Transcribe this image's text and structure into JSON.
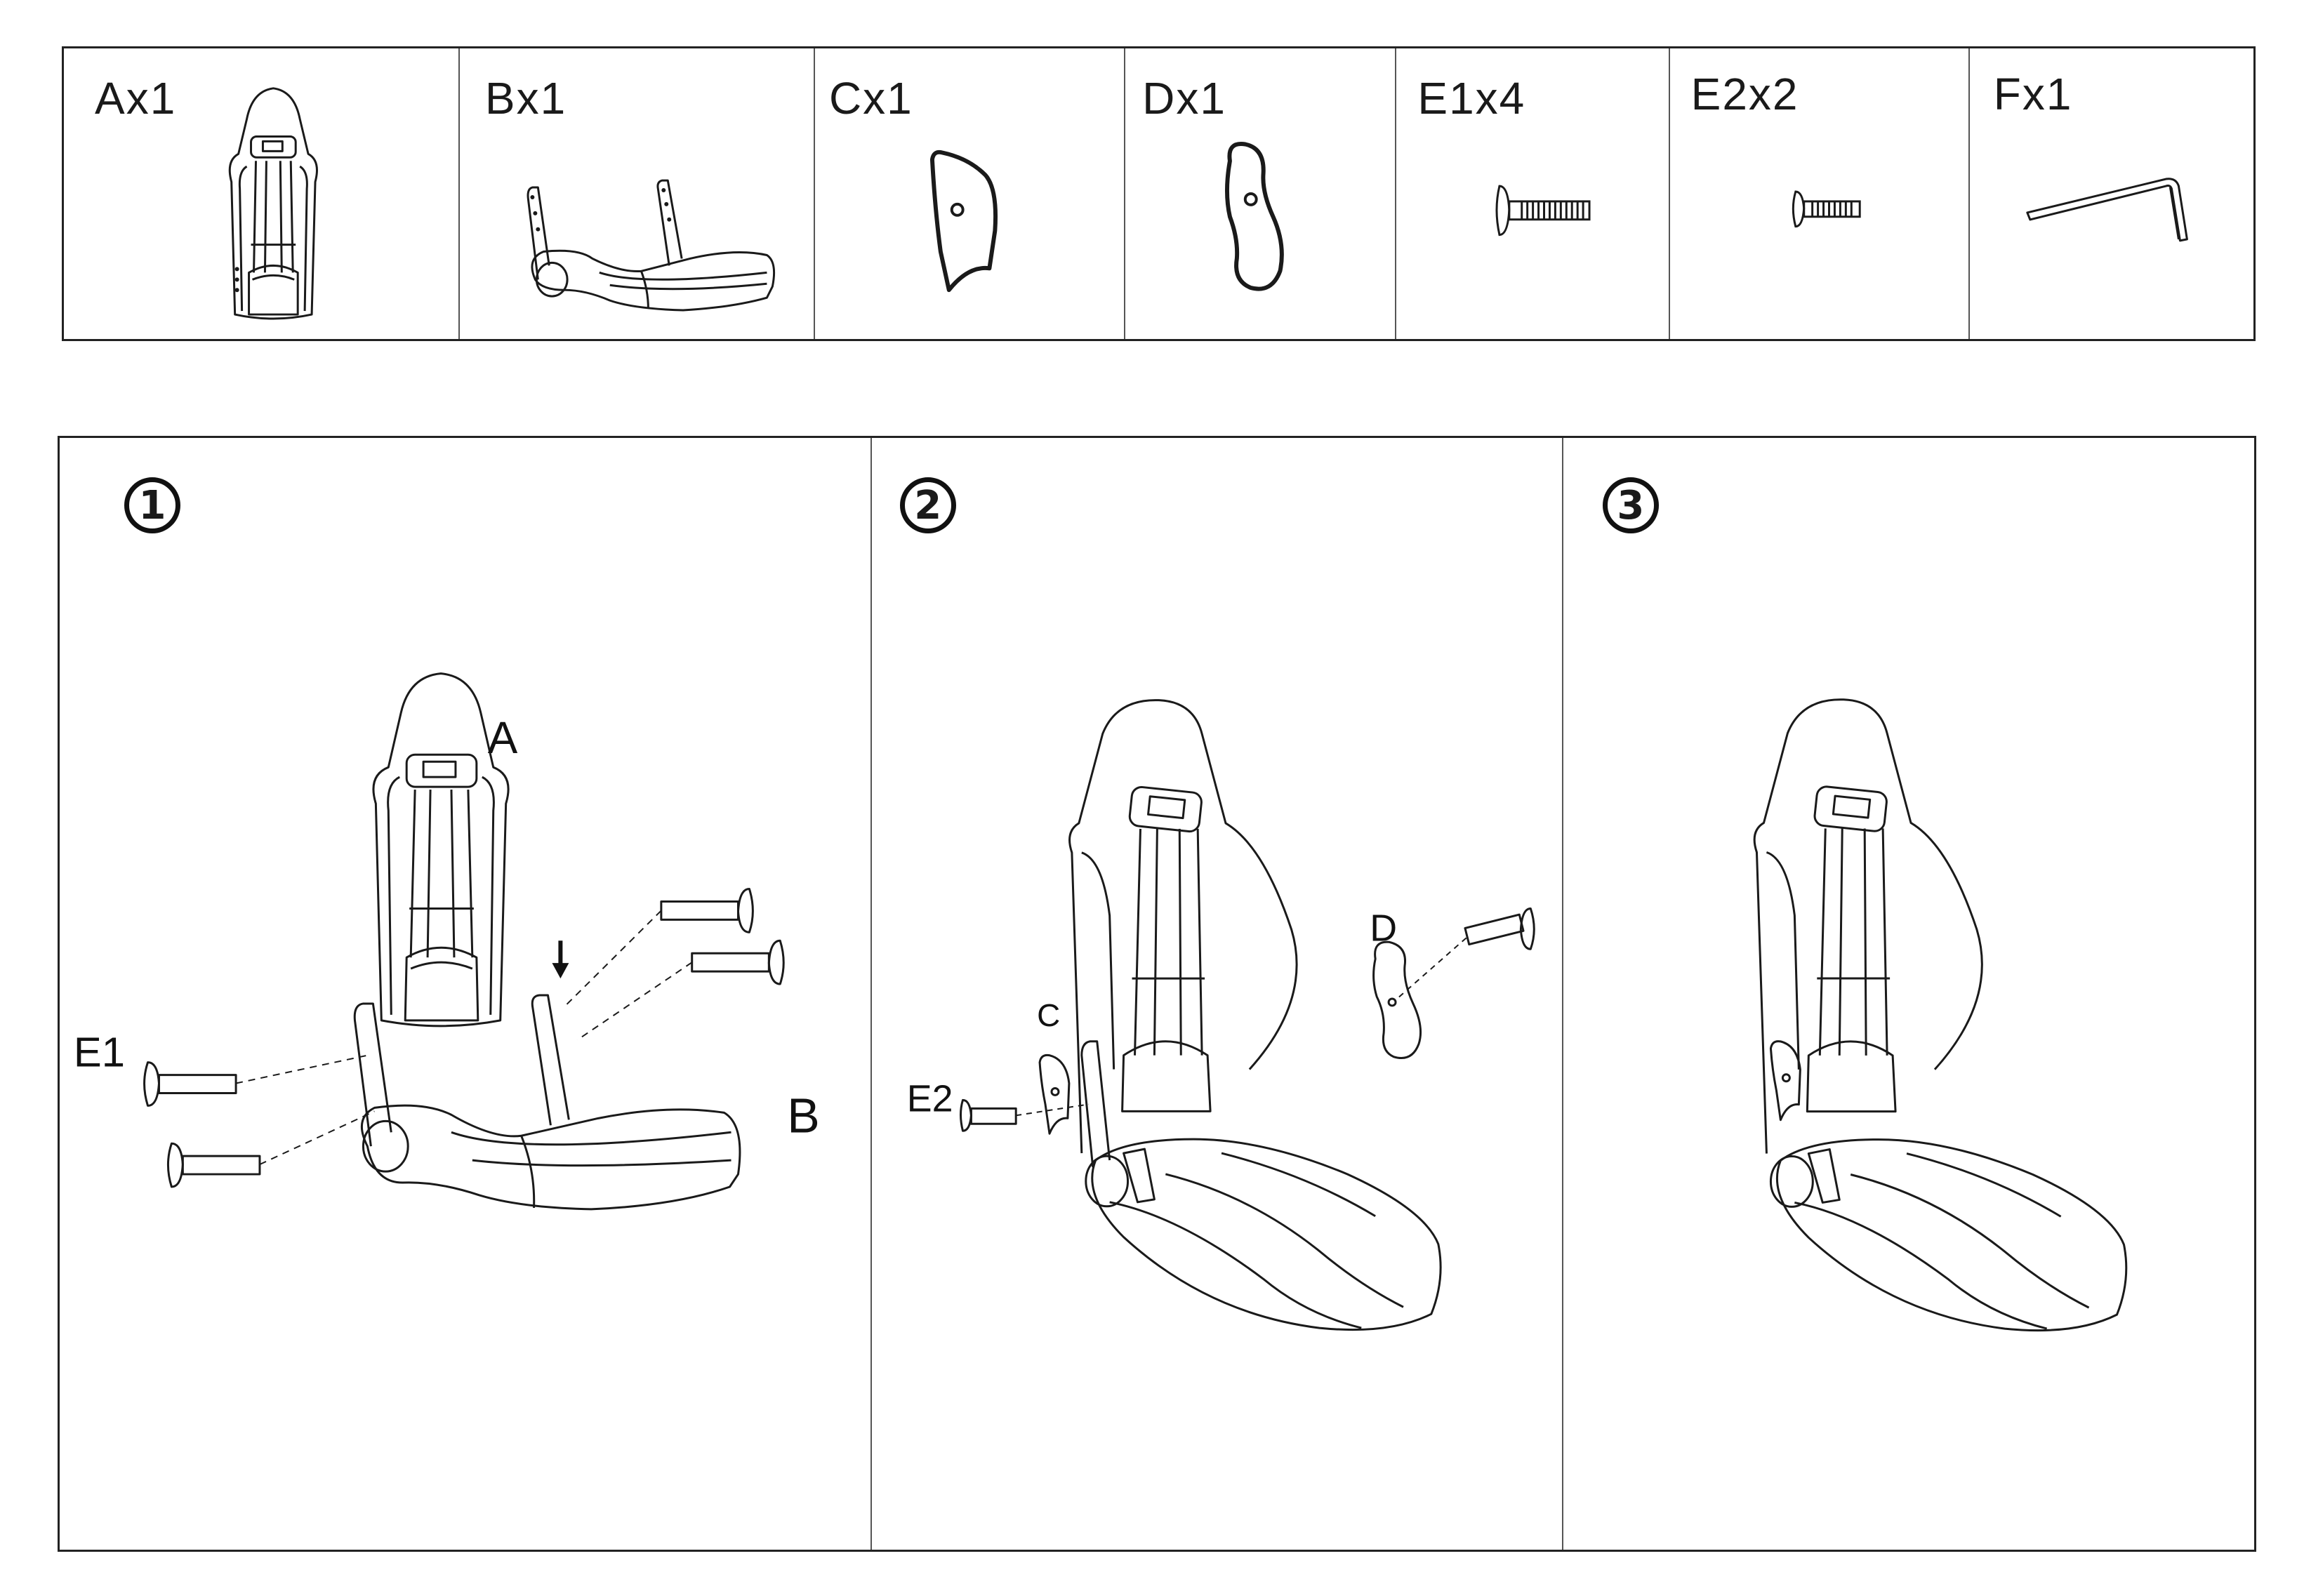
{
  "parts": [
    {
      "id": "A",
      "label": "Ax1",
      "icon": "chair-backrest-icon"
    },
    {
      "id": "B",
      "label": "Bx1",
      "icon": "seat-cushion-icon"
    },
    {
      "id": "C",
      "label": "Cx1",
      "icon": "side-cover-c-icon"
    },
    {
      "id": "D",
      "label": "Dx1",
      "icon": "side-cover-d-icon"
    },
    {
      "id": "E1",
      "label": "E1x4",
      "icon": "long-bolt-icon"
    },
    {
      "id": "E2",
      "label": "E2x2",
      "icon": "short-bolt-icon"
    },
    {
      "id": "F",
      "label": "Fx1",
      "icon": "hex-key-icon"
    }
  ],
  "steps": [
    {
      "number": "1",
      "callouts": {
        "backrest": "A",
        "seat": "B",
        "bolts": "E1"
      }
    },
    {
      "number": "2",
      "callouts": {
        "cover_c": "C",
        "cover_d": "D",
        "bolt": "E2"
      }
    },
    {
      "number": "3"
    }
  ],
  "colors": {
    "line": "#1a1a1a",
    "border": "#222222",
    "background": "#ffffff"
  }
}
